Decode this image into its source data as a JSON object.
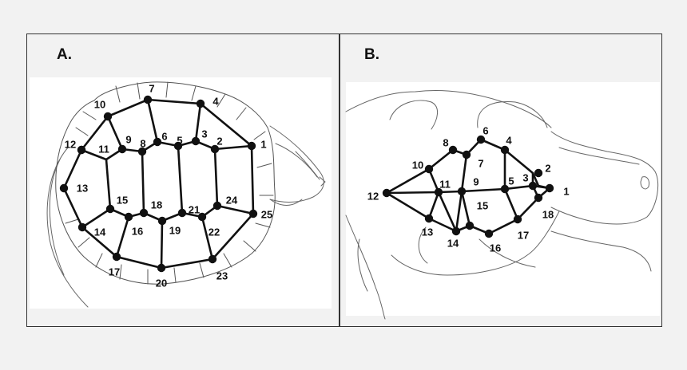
{
  "panels": [
    {
      "label": "A.",
      "subject": "turtle-carapace-dorsal",
      "landmarks": [
        "1",
        "2",
        "3",
        "4",
        "5",
        "6",
        "7",
        "8",
        "9",
        "10",
        "11",
        "12",
        "13",
        "14",
        "15",
        "16",
        "17",
        "18",
        "19",
        "20",
        "21",
        "22",
        "23",
        "24",
        "25"
      ]
    },
    {
      "label": "B.",
      "subject": "turtle-head-dorsal",
      "landmarks": [
        "1",
        "2",
        "3",
        "4",
        "5",
        "6",
        "7",
        "8",
        "9",
        "10",
        "11",
        "12",
        "13",
        "14",
        "15",
        "16",
        "17",
        "18"
      ]
    }
  ]
}
